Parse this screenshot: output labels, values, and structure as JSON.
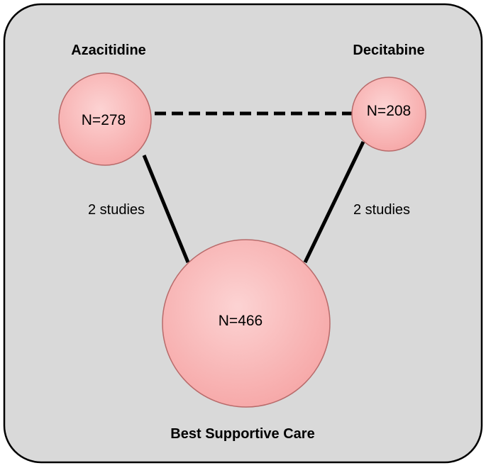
{
  "nodes": {
    "azacitidine": {
      "title": "Azacitidine",
      "n": "N=278"
    },
    "decitabine": {
      "title": "Decitabine",
      "n": "N=208"
    },
    "bsc": {
      "title": "Best Supportive Care",
      "n": "N=466"
    }
  },
  "edges": {
    "aza_bsc": {
      "label": "2 studies"
    },
    "dec_bsc": {
      "label": "2 studies"
    }
  },
  "colors": {
    "frame_fill": "#d9d9d9",
    "frame_stroke": "#000000",
    "node_fill": "#f9b4b4",
    "node_stroke": "#b86a6a"
  }
}
